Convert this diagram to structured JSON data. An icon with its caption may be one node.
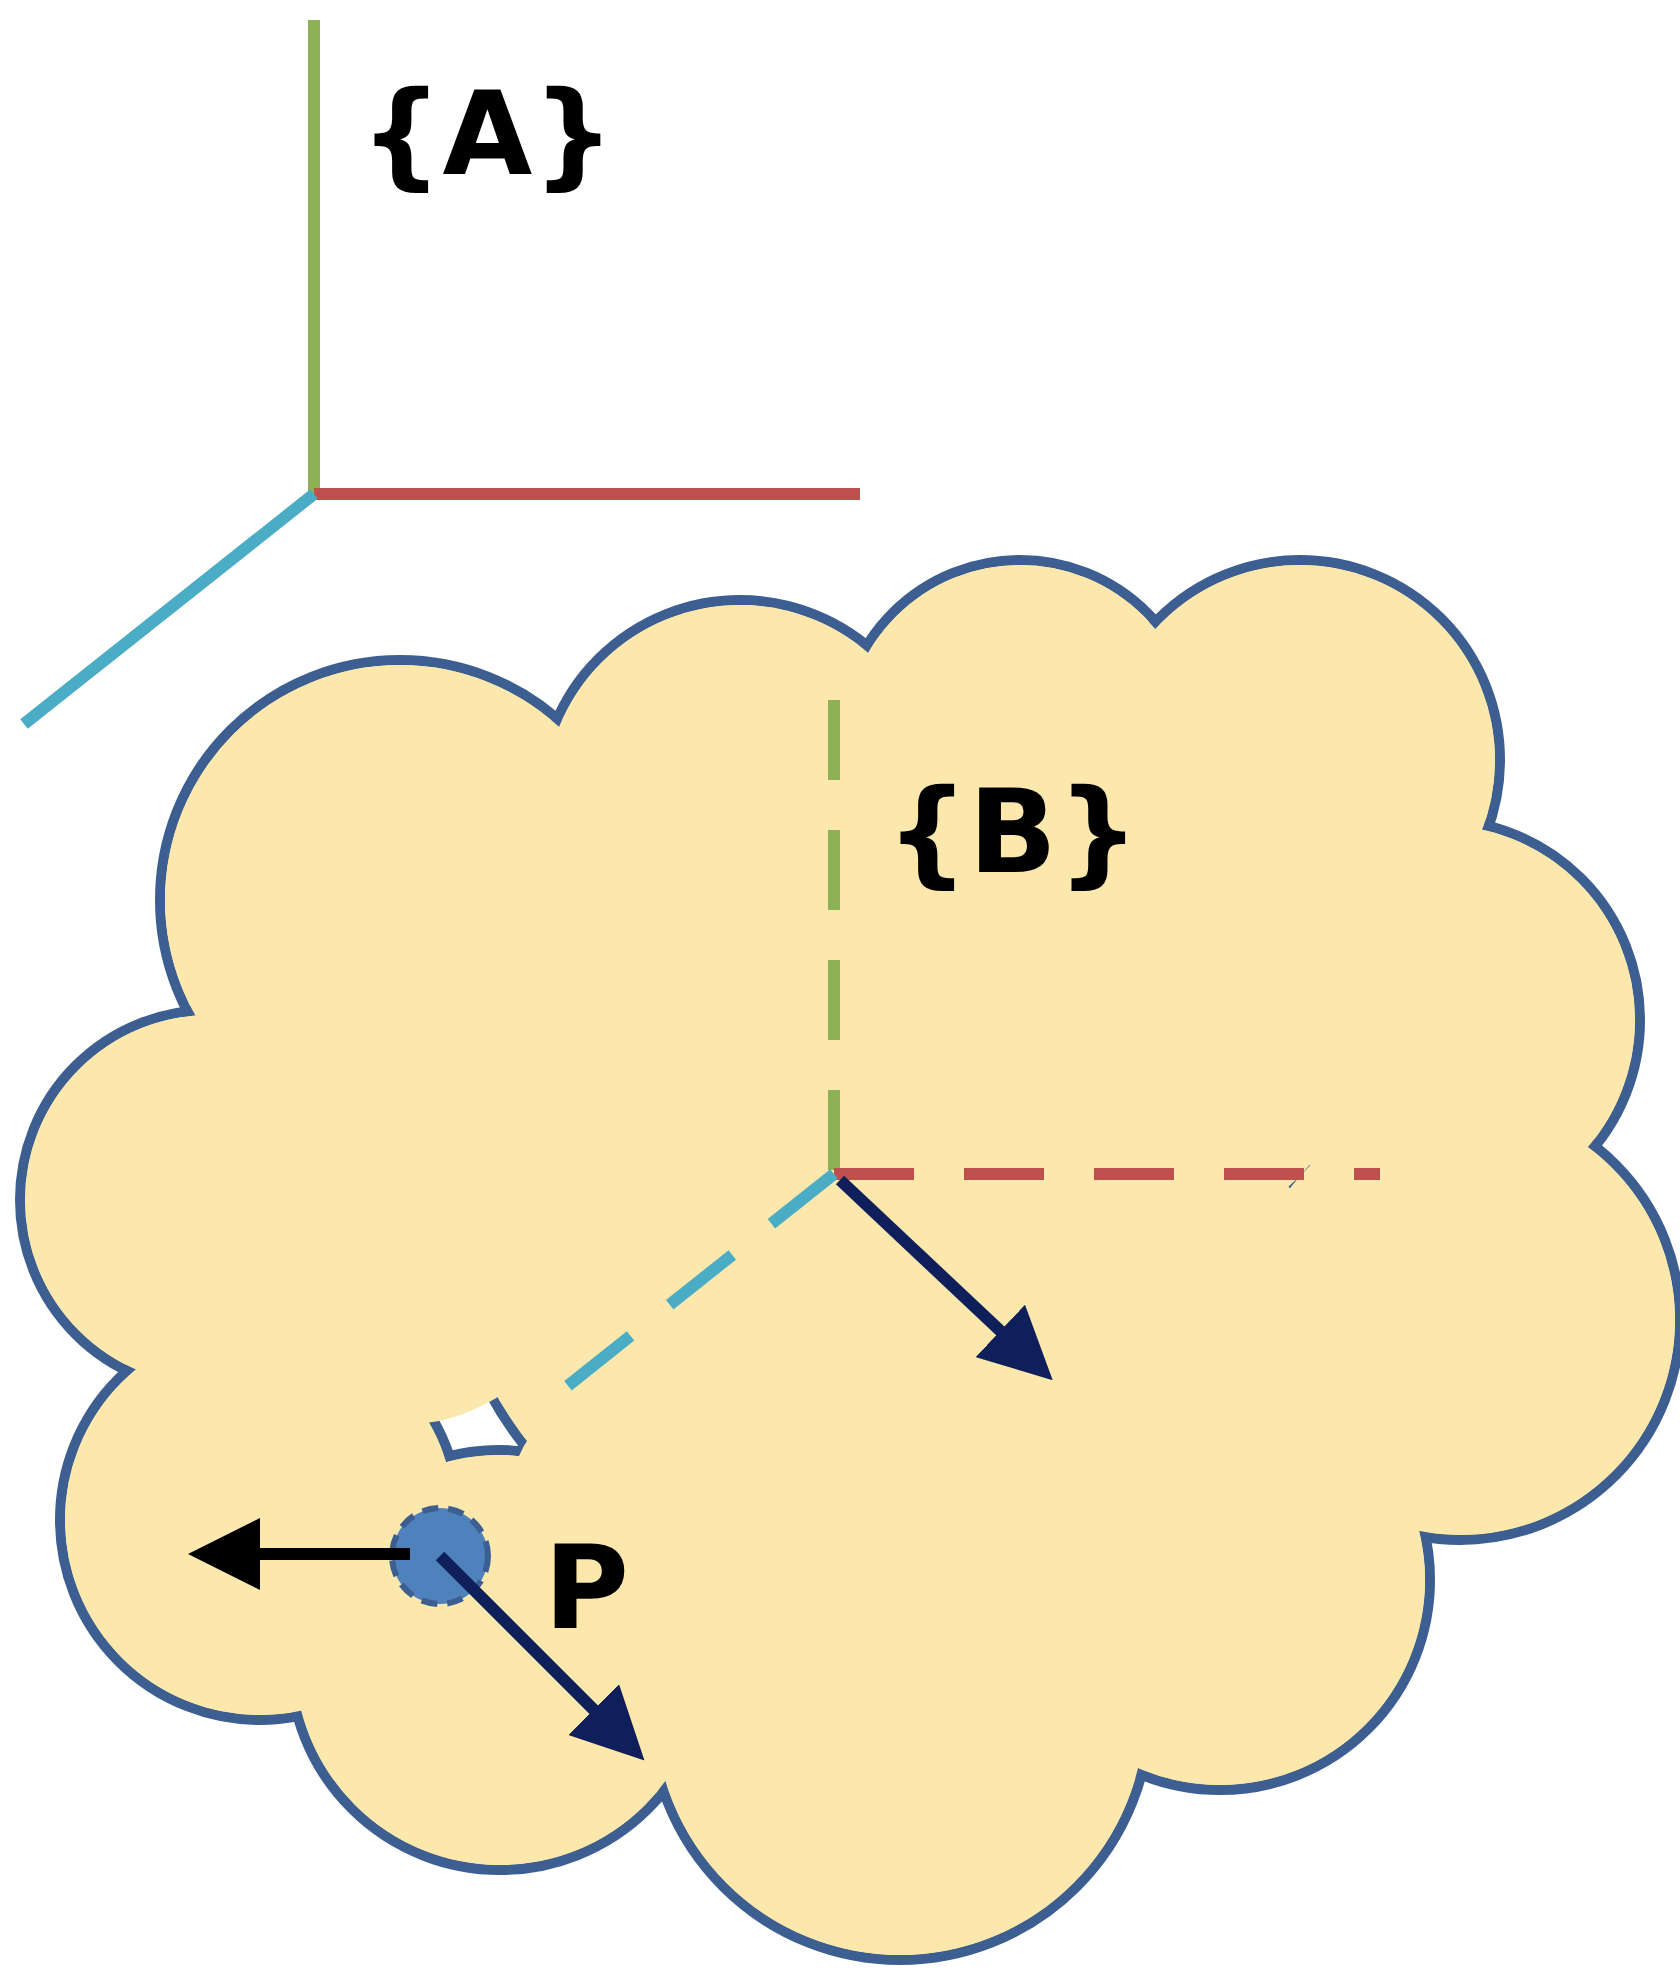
{
  "diagram": {
    "nodes": [
      {
        "text": [],
        "shape": "cloud"
      },
      {
        "text": [],
        "shape": "circle",
        "in": 0,
        "beside": [
          "P"
        ]
      }
    ],
    "labels": [
      "{A}",
      "{B}"
    ]
  }
}
